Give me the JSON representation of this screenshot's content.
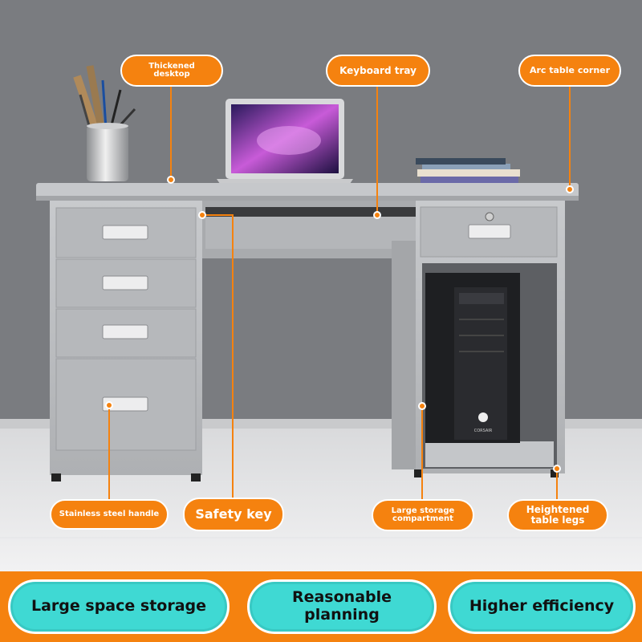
{
  "callouts": {
    "thickened_desktop": "Thickened\ndesktop",
    "keyboard_tray": "Keyboard tray",
    "arc_table_corner": "Arc table corner",
    "stainless_steel_handle": "Stainless steel handle",
    "safety_key": "Safety key",
    "large_storage_compartment": "Large storage\ncompartment",
    "heightened_table_legs": "Heightened\ntable legs"
  },
  "features": {
    "large_space_storage": "Large space storage",
    "reasonable_planning": "Reasonable\nplanning",
    "higher_efficiency": "Higher efficiency"
  },
  "pc_brand_text": "CORSAIR",
  "colors": {
    "callout_orange": "#f5820f",
    "pill_cyan": "#3fd9d3",
    "wall": "#7a7c80",
    "desk_steel": "#b9bbbe"
  }
}
